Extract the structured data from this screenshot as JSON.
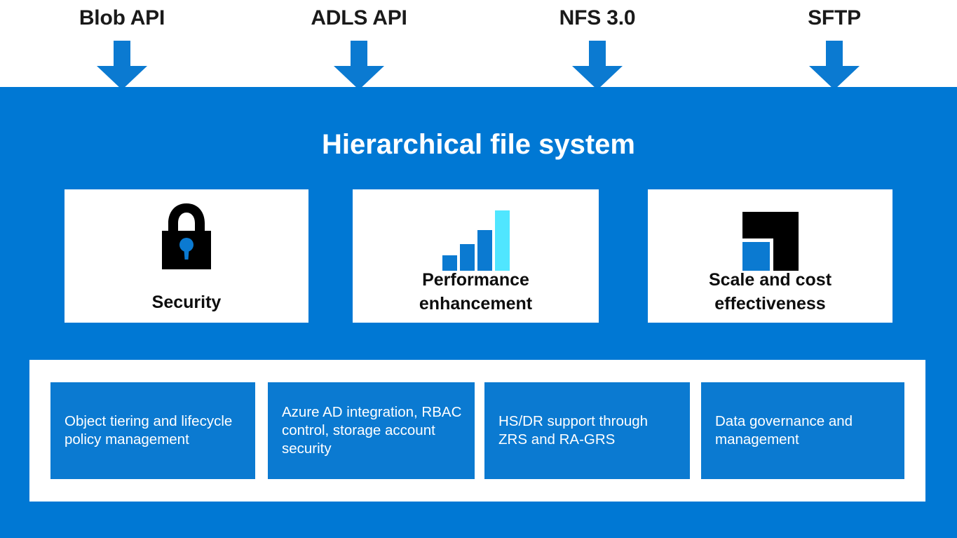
{
  "colors": {
    "azure_blue": "#0078d4",
    "box_blue": "#0b7ad1",
    "accent_cyan": "#50e6ff",
    "icon_black": "#000000",
    "white": "#ffffff"
  },
  "api_header": {
    "entries": [
      {
        "label": "Blob API",
        "icon": "down-arrow-icon"
      },
      {
        "label": "ADLS API",
        "icon": "down-arrow-icon"
      },
      {
        "label": "NFS 3.0",
        "icon": "down-arrow-icon"
      },
      {
        "label": "SFTP",
        "icon": "down-arrow-icon"
      }
    ]
  },
  "panel": {
    "title": "Hierarchical file system",
    "feature_cards": [
      {
        "label": "Security",
        "icon": "lock-icon"
      },
      {
        "label": "Performance\nenhancement",
        "icon": "bar-chart-icon"
      },
      {
        "label": "Scale and cost\neffectiveness",
        "icon": "scale-blocks-icon"
      }
    ],
    "capability_boxes": [
      {
        "text": "Object tiering and lifecycle policy management"
      },
      {
        "text": "Azure AD integration, RBAC control, storage account security"
      },
      {
        "text": "HS/DR support through ZRS and RA-GRS"
      },
      {
        "text": "Data governance and management"
      }
    ]
  },
  "chart_data": {
    "type": "bar",
    "title": "Performance enhancement",
    "categories": [
      "1",
      "2",
      "3",
      "4"
    ],
    "values": [
      22,
      38,
      58,
      86
    ],
    "bar_colors": [
      "#0b7ad1",
      "#0b7ad1",
      "#0b7ad1",
      "#50e6ff"
    ],
    "xlabel": "",
    "ylabel": "",
    "ylim": [
      0,
      92
    ],
    "grid": false,
    "legend": "none"
  }
}
